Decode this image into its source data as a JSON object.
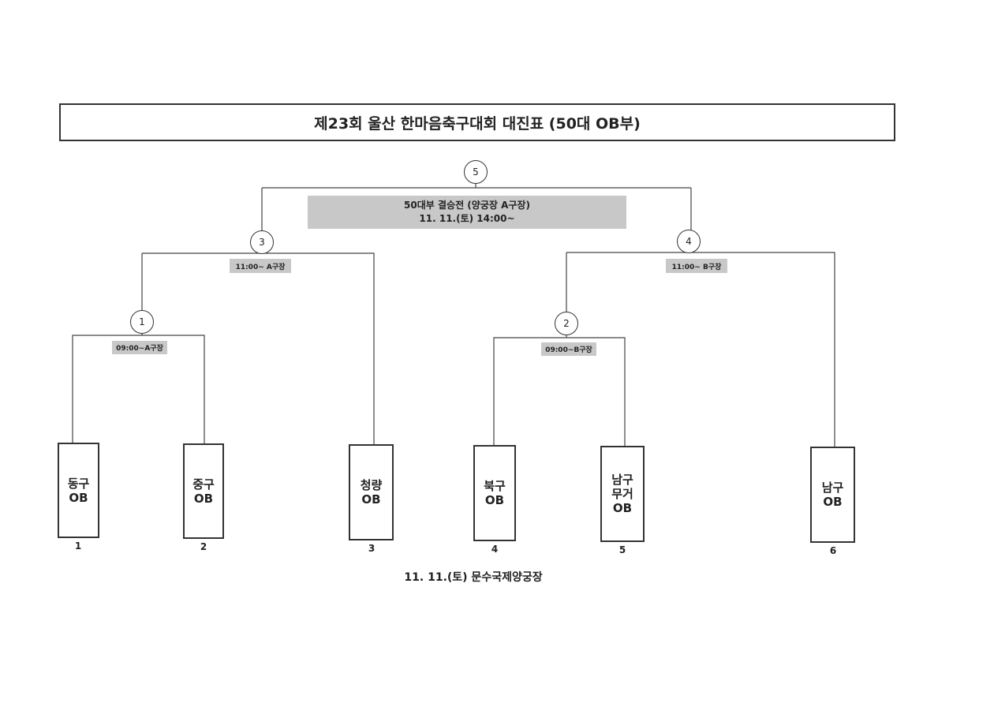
{
  "title": "제23회 울산 한마음축구대회 대진표 (50대 OB부)",
  "matches": [
    {
      "number": "1",
      "label": "09:00~A구장"
    },
    {
      "number": "2",
      "label": "09:00~B구장"
    },
    {
      "number": "3",
      "label": "11:00~ A구장"
    },
    {
      "number": "4",
      "label": "11:00~ B구장"
    },
    {
      "number": "5",
      "label_line1": "50대부 결승전 (양궁장 A구장)",
      "label_line2": "11. 11.(토) 14:00~"
    }
  ],
  "teams": [
    {
      "line1": "동구",
      "line2": "OB",
      "line3": "",
      "seed": "1"
    },
    {
      "line1": "중구",
      "line2": "OB",
      "line3": "",
      "seed": "2"
    },
    {
      "line1": "청량",
      "line2": "OB",
      "line3": "",
      "seed": "3"
    },
    {
      "line1": "북구",
      "line2": "OB",
      "line3": "",
      "seed": "4"
    },
    {
      "line1": "남구",
      "line2": "무거",
      "line3": "OB",
      "seed": "5"
    },
    {
      "line1": "남구",
      "line2": "OB",
      "line3": "",
      "seed": "6"
    }
  ],
  "footer": "11. 11.(토) 문수국제양궁장"
}
